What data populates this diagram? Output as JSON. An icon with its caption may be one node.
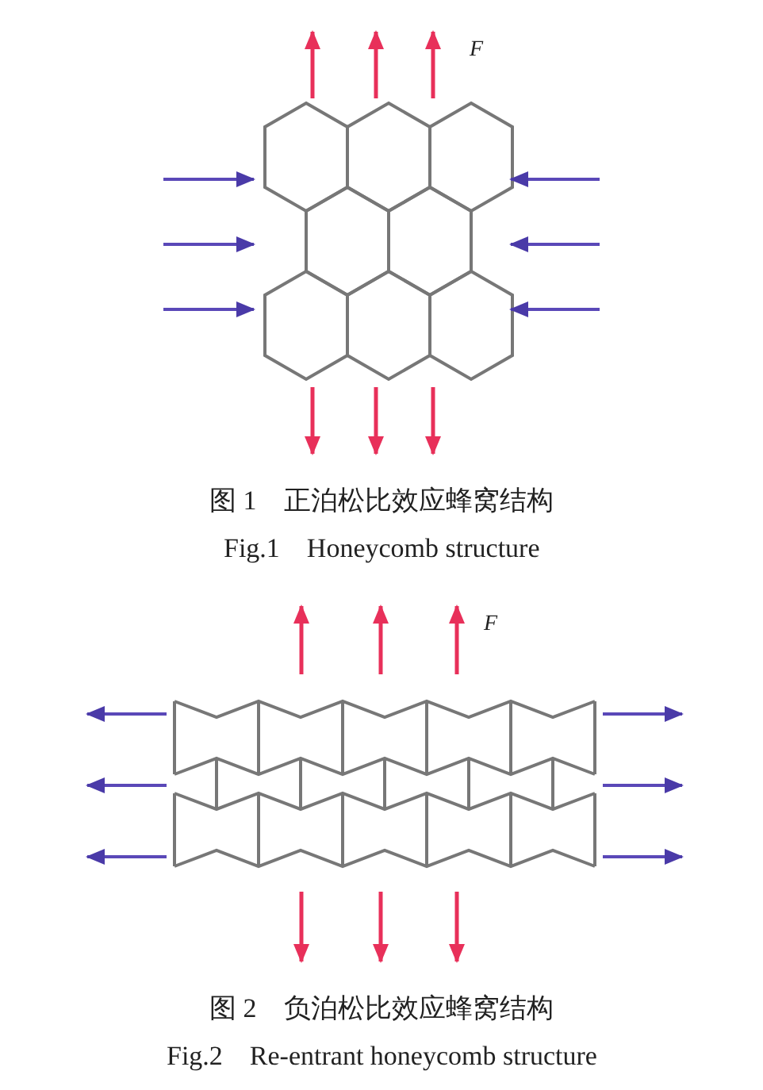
{
  "diagram": {
    "labels": [
      "F",
      "图 1　正泊松比效应蜂窝结构",
      "Fig.1　Honeycomb structure",
      "F",
      "图 2　负泊松比效应蜂窝结构",
      "Fig.2　Re-entrant honeycomb structure"
    ]
  }
}
